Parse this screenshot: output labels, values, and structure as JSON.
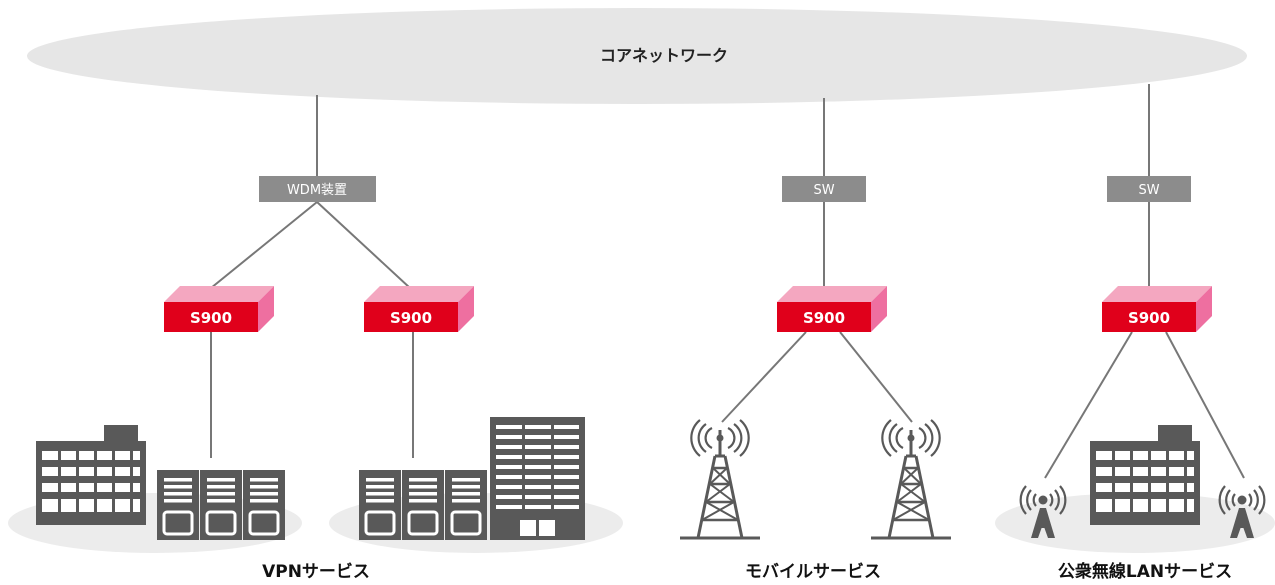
{
  "core_network": {
    "label": "コアネットワーク"
  },
  "nodes": {
    "wdm": {
      "label": "WDM装置"
    },
    "sw_mobile": {
      "label": "SW"
    },
    "sw_wlan": {
      "label": "SW"
    },
    "s900_vpn_left": {
      "label": "S900"
    },
    "s900_vpn_right": {
      "label": "S900"
    },
    "s900_mobile": {
      "label": "S900"
    },
    "s900_wlan": {
      "label": "S900"
    }
  },
  "services": {
    "vpn": {
      "label": "VPNサービス"
    },
    "mobile": {
      "label": "モバイルサービス"
    },
    "wlan": {
      "label": "公衆無線LANサービス"
    }
  },
  "colors": {
    "core_ellipse": "#e6e6e6",
    "ground_ellipse": "#ececec",
    "node_gray": "#8c8c8c",
    "s900_red": "#e0001b",
    "s900_top": "#f4a7c0",
    "s900_side": "#ee6fa0",
    "line": "#777777",
    "building": "#595959"
  },
  "icons": {
    "office_building": "building-icon",
    "tower_building": "tall-building-icon",
    "server": "server-icon",
    "radio_tower": "radio-tower-icon",
    "wifi_antenna": "wifi-antenna-icon"
  }
}
